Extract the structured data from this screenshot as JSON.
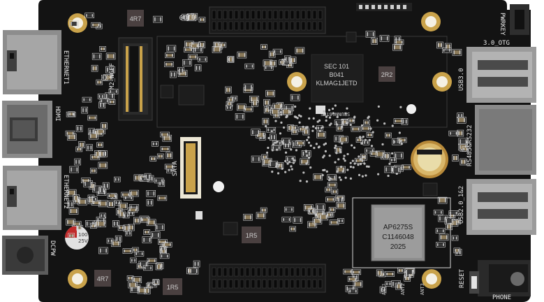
{
  "image": {
    "subject": "single board computer PCB, top view",
    "colors": {
      "pcb": "#131313",
      "silk": "#e9e9e9",
      "gold": "#c9a24a",
      "metal": "#8d8d8d",
      "chip": "#1e1e1e"
    }
  },
  "labels": {
    "ethernet1": "ETHERNET1",
    "ethernet2": "ETHERNET2",
    "hdmi": "HDMI",
    "dcpw": "DCPW",
    "m2": "M2_NGFF",
    "sata": "SATA",
    "usb3": "USB3.0",
    "otg": "3.0_OTG",
    "pwrkey": "PWRKEY",
    "rs485": "RS485&RS232",
    "usb2": "USB2.0_1&2",
    "reset": "RESET",
    "phone": "PHONE",
    "j10": "J10",
    "ant1": "ANT1",
    "ant2": "ANT2",
    "ant3": "ANT3"
  },
  "chips": {
    "memory": {
      "line1": "SEC 101",
      "line2": "B041",
      "line3": "KLMAG1JETD",
      "line4": "SRUNNG6THS"
    },
    "wifi": {
      "line1": "AP6275S",
      "line2": "C1146048",
      "line3": "2025"
    },
    "inductor_a": "4R7",
    "inductor_b": "1R5",
    "inductor_c": "1R5",
    "inductor_d": "4R7",
    "inductor_e": "2R2",
    "capacitor": {
      "line1": "100",
      "line2": "25V"
    }
  }
}
